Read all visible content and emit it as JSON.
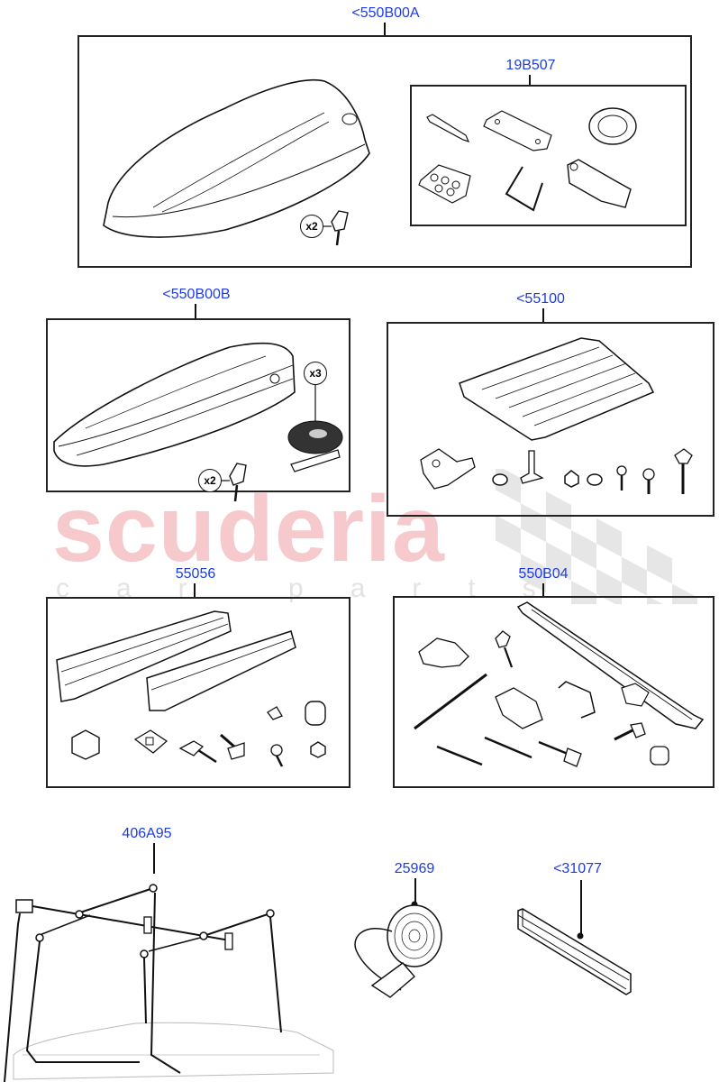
{
  "watermark": {
    "brand": "scuderia",
    "tagline": "car parts"
  },
  "groups": [
    {
      "id": "g1",
      "part_number": "<550B00A",
      "description": "Roof box kit",
      "quantity_badges": [
        {
          "item": "key",
          "text": "x2"
        }
      ]
    },
    {
      "id": "g1a",
      "part_number": "19B507",
      "description": "Roof box fitting kit (sub-assembly)"
    },
    {
      "id": "g2",
      "part_number": "<550B00B",
      "description": "Roof box kit",
      "quantity_badges": [
        {
          "item": "tape",
          "text": "x3"
        },
        {
          "item": "key",
          "text": "x2"
        }
      ]
    },
    {
      "id": "g3",
      "part_number": "<55100",
      "description": "Luggage platform / roof rack kit"
    },
    {
      "id": "g4",
      "part_number": "55056",
      "description": "Ski / snowboard carrier kit"
    },
    {
      "id": "g5",
      "part_number": "550B04",
      "description": "Bicycle carrier kit"
    },
    {
      "id": "g6",
      "part_number": "406A95",
      "description": "Roof box storage hoist"
    },
    {
      "id": "g7",
      "part_number": "25969",
      "description": "Ratchet strap"
    },
    {
      "id": "g8",
      "part_number": "<31077",
      "description": "Rail / bar profile"
    }
  ],
  "colors": {
    "callout": "#1e3ce6",
    "line": "#111111",
    "watermark": "#f6c9cc"
  }
}
